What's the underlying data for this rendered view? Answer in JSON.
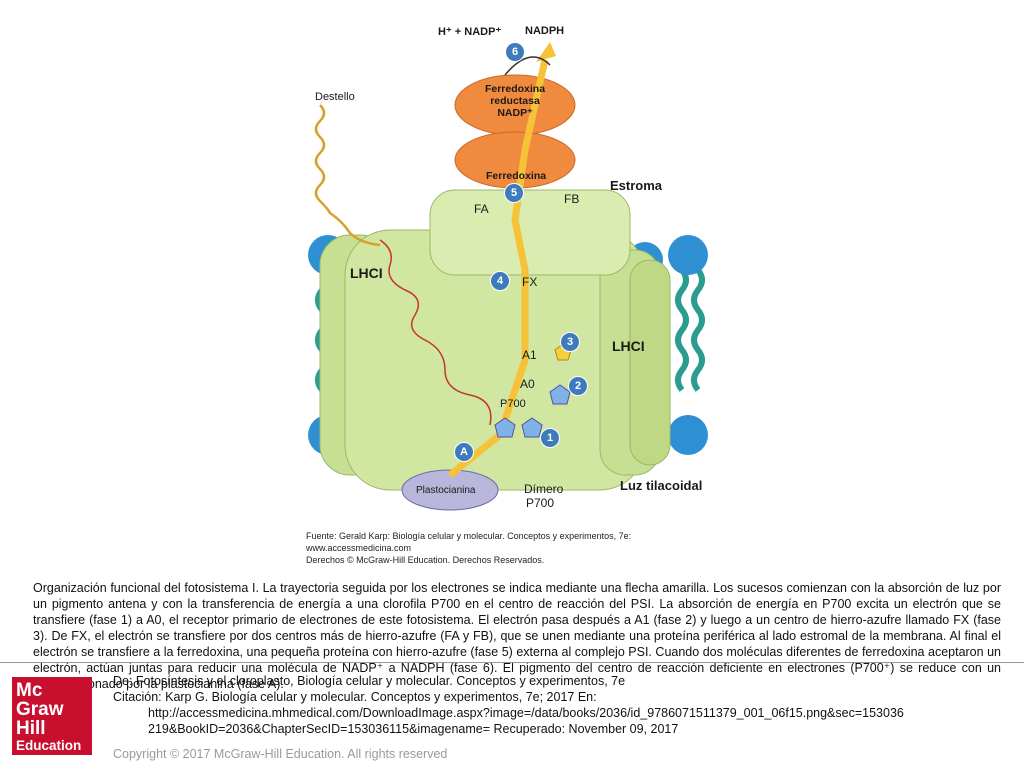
{
  "figure": {
    "top_label_left": "H⁺ + NADP⁺",
    "top_label_right": "NADPH",
    "destello": "Destello",
    "fd_reductasa": [
      "Ferredoxina",
      "reductasa",
      "NADP⁺"
    ],
    "ferredoxina": "Ferredoxina",
    "estroma": "Estroma",
    "lhc_left": "LHCI",
    "lhc_right": "LHCI",
    "fa": "FA",
    "fb": "FB",
    "fx": "FX",
    "a1": "A1",
    "a0": "A0",
    "p700": "P700",
    "plastocianina": "Plastocianina",
    "dimero": [
      "Dímero",
      "P700"
    ],
    "luz_tilacoidal": "Luz tilacoidal",
    "steps": [
      "1",
      "2",
      "3",
      "4",
      "5",
      "6",
      "A"
    ],
    "source_lines": [
      "Fuente: Gerald Karp: Biología celular y molecular. Conceptos y experimentos, 7e:",
      "www.accessmedicina.com",
      "Derechos © McGraw-Hill Education. Derechos Reservados."
    ],
    "colors": {
      "protein": "#d1e6a0",
      "orange": "#f08a3e",
      "lipid_head": "#2f8fd3",
      "arrow": "#f6c237",
      "plastocyanin": "#b9b6dc"
    }
  },
  "caption": "Organización funcional del fotosistema I. La trayectoria seguida por los electrones se indica mediante una flecha amarilla. Los sucesos comienzan con la absorción de luz por un pigmento antena y con la transferencia de energía a una clorofila P700 en el centro de reacción del PSI. La absorción de energía en P700 excita un electrón que se transfiere (fase 1) a A0, el receptor primario de electrones de este fotosistema. El electrón pasa después a A1 (fase 2) y luego a un centro de hierro-azufre llamado FX (fase 3). De FX, el electrón se transfiere por dos centros más de hierro-azufre (FA y FB), que se unen mediante una proteína periférica al lado estromal de la membrana. Al final el electrón se transfiere a la ferredoxina, una pequeña proteína con hierro-azufre (fase 5) externa al complejo PSI. Cuando dos moléculas diferentes de ferredoxina aceptaron un electrón, actúan juntas para reducir una molécula de NADP⁺ a NADPH (fase 6). El pigmento del centro de reacción deficiente en electrones (P700⁺) se reduce con un electrón donado por la plastocianina (fase A).",
  "citation": {
    "line1": "De: Fotosíntesis y el cloroplasto, Biología celular y molecular. Conceptos y experimentos, 7e",
    "line2": "Citación: Karp G. Biología celular y molecular. Conceptos y experimentos, 7e; 2017 En:",
    "line3": "http://accessmedicina.mhmedical.com/DownloadImage.aspx?image=/data/books/2036/id_9786071511379_001_06f15.png&sec=153036",
    "line4": "219&BookID=2036&ChapterSecID=153036115&imagename= Recuperado: November 09, 2017"
  },
  "logo": {
    "line1": "Mc",
    "line2": "Graw",
    "line3": "Hill",
    "line4": "Education"
  },
  "copyright": "Copyright © 2017 McGraw-Hill Education. All rights reserved"
}
